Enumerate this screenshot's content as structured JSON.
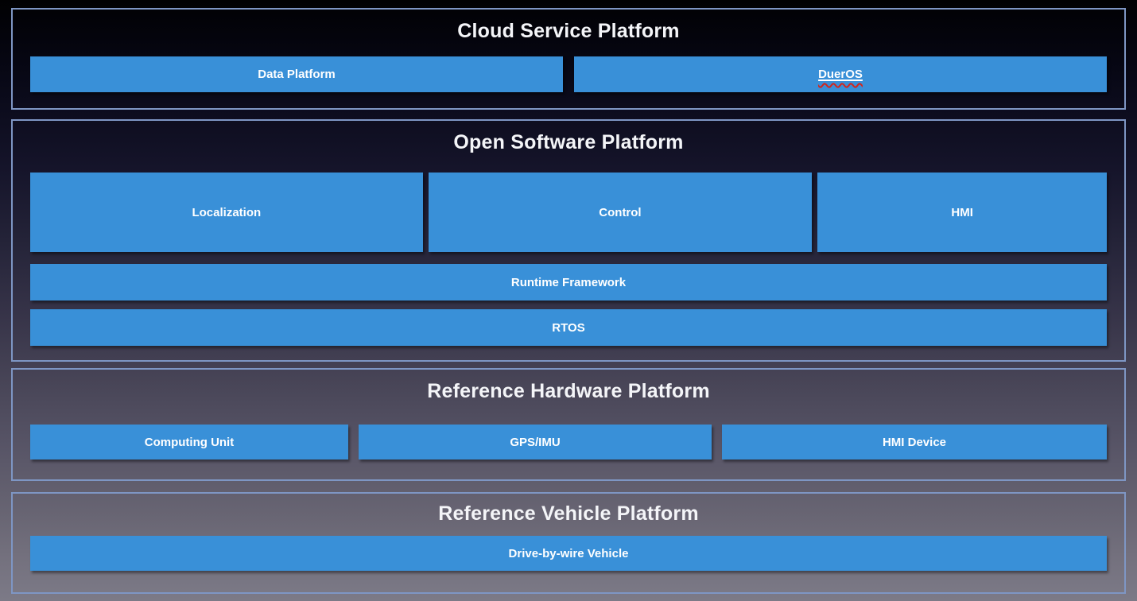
{
  "colors": {
    "box_fill": "#3990d8",
    "section_border": "#7e96c4",
    "title_text": "#f4f5f8",
    "box_text": "#ffffff",
    "spellcheck_underline": "#d1261d",
    "background_top": "#010103",
    "background_bottom": "#7c7a87"
  },
  "sections": [
    {
      "title": "Cloud Service Platform",
      "boxes": [
        "Data Platform",
        "DuerOS"
      ]
    },
    {
      "title": "Open Software Platform",
      "module_boxes": [
        "Localization",
        "Control",
        "HMI"
      ],
      "bars": [
        "Runtime Framework",
        "RTOS"
      ]
    },
    {
      "title": "Reference Hardware Platform",
      "boxes": [
        "Computing Unit",
        "GPS/IMU",
        "HMI Device"
      ]
    },
    {
      "title": "Reference Vehicle Platform",
      "boxes": [
        "Drive-by-wire Vehicle"
      ]
    }
  ]
}
